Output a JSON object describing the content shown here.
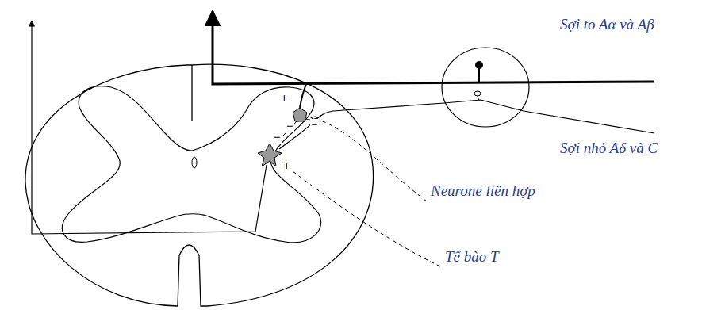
{
  "diagram": {
    "labels": [
      "Sợi to Aα và Aβ",
      "Sợi nhỏ Aδ và C",
      "Neurone liên hợp",
      "Tế bào T",
      "+",
      "−",
      "−",
      "−",
      "+"
    ]
  }
}
